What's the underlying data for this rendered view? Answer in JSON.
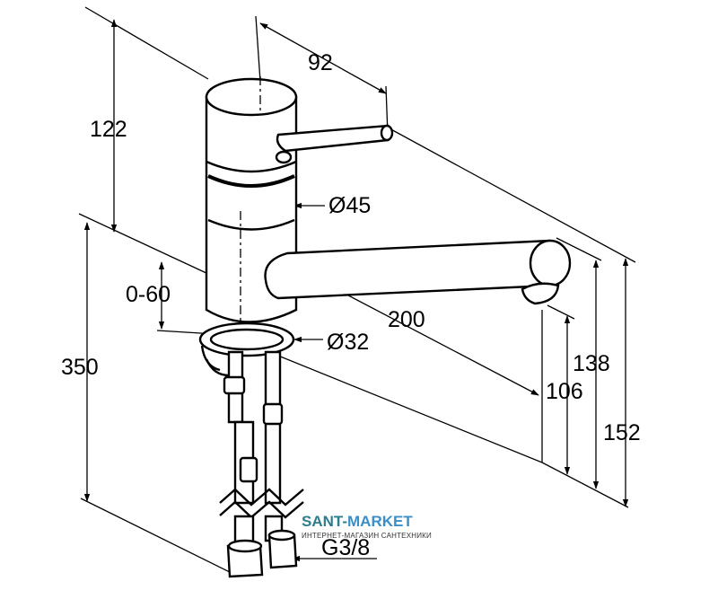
{
  "dimensions": {
    "top_height": "122",
    "spout_offset": "92",
    "body_diameter": "Ø45",
    "adjust_range": "0-60",
    "spout_reach": "200",
    "base_diameter": "Ø32",
    "total_length": "350",
    "spout_outlet_height": "106",
    "spout_top_height": "138",
    "overall_height": "152",
    "connection_thread": "G3/8"
  },
  "watermark": {
    "brand_part1": "SANT-",
    "brand_part2": "MARKET",
    "tagline": "ИНТЕРНЕТ-МАГАЗИН САНТЕХНИКИ",
    "brand_color": "#2e7d8a",
    "brand_accent_color": "#3a8fc9"
  }
}
